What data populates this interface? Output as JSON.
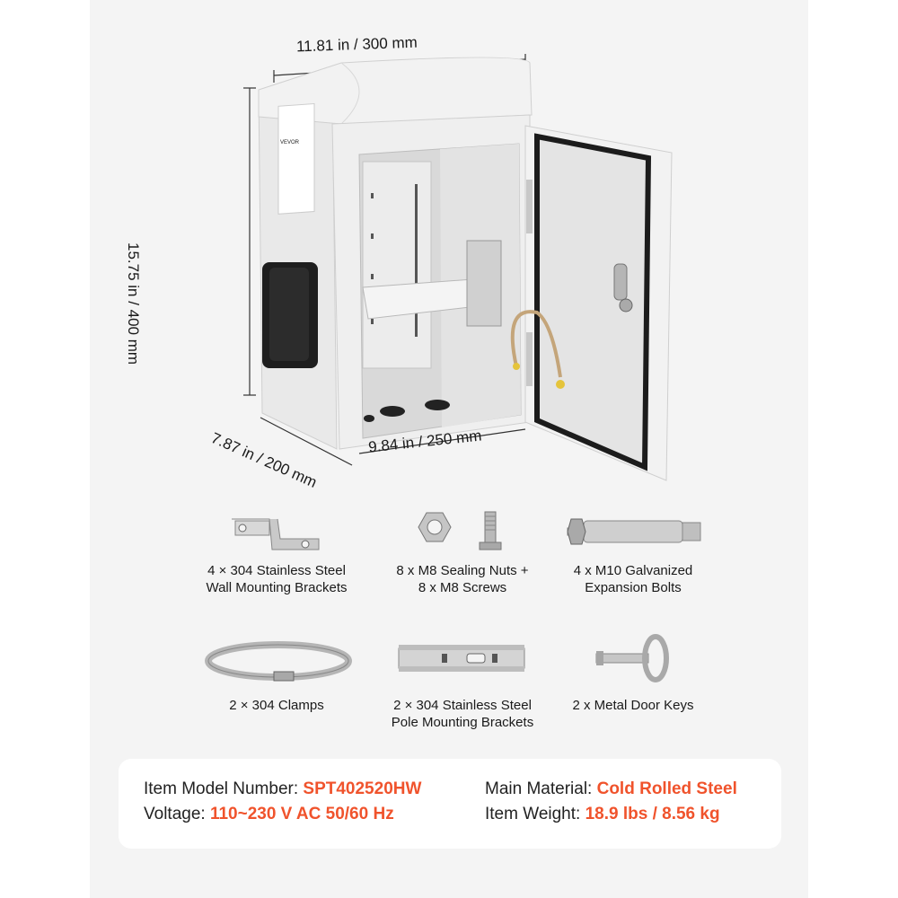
{
  "dimensions": {
    "width_top": "11.81 in / 300 mm",
    "height": "15.75 in / 400 mm",
    "depth": "7.87 in / 200 mm",
    "width_bottom": "9.84 in / 250 mm"
  },
  "enclosure_brand": "VEVOR",
  "accessories": [
    {
      "icon": "wall-bracket-icon",
      "line1": "4 × 304 Stainless Steel",
      "line2": "Wall Mounting Brackets"
    },
    {
      "icon": "nut-screw-icon",
      "line1": "8 x M8 Sealing Nuts +",
      "line2": "8 x M8 Screws"
    },
    {
      "icon": "expansion-bolt-icon",
      "line1": "4 x M10 Galvanized",
      "line2": "Expansion Bolts"
    },
    {
      "icon": "clamp-icon",
      "line1": "2 × 304 Clamps",
      "line2": ""
    },
    {
      "icon": "pole-bracket-icon",
      "line1": "2 × 304 Stainless Steel",
      "line2": "Pole Mounting Brackets"
    },
    {
      "icon": "door-key-icon",
      "line1": "2 x Metal Door Keys",
      "line2": ""
    }
  ],
  "specs": {
    "model_label": "Item Model Number: ",
    "model_value": "SPT402520HW",
    "voltage_label": "Voltage: ",
    "voltage_value": "110~230 V AC 50/60 Hz",
    "material_label": "Main Material: ",
    "material_value": "Cold Rolled Steel",
    "weight_label": "Item Weight: ",
    "weight_value": "18.9 lbs / 8.56 kg"
  },
  "colors": {
    "accent": "#f0532c",
    "panel": "#ffffff",
    "background": "#f4f4f4"
  }
}
